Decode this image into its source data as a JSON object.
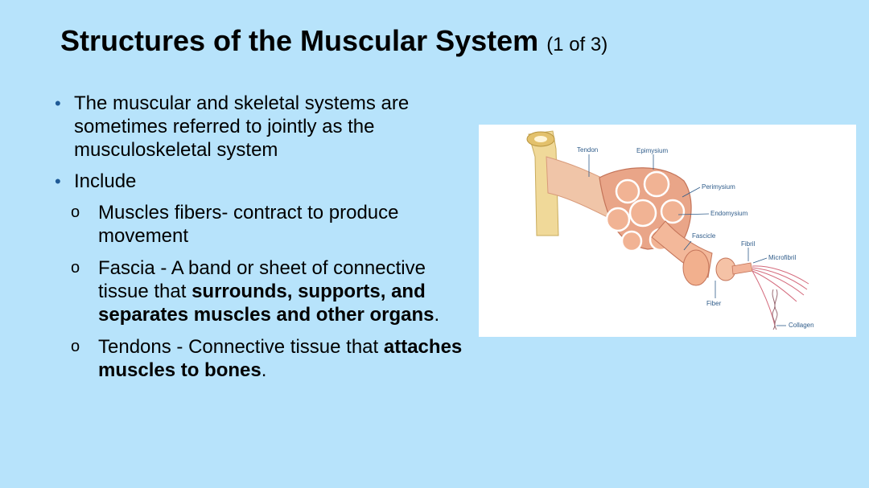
{
  "title": {
    "main": "Structures of the Muscular System",
    "sub": "(1 of 3)"
  },
  "bullets": [
    {
      "text": "The muscular and skeletal systems are sometimes referred to jointly as the musculoskeletal system"
    },
    {
      "text": "Include"
    }
  ],
  "sub_bullets": [
    {
      "text": "Muscles fibers- contract to produce movement"
    },
    {
      "pre": "Fascia - A band or sheet of connective tissue that ",
      "bold": "surrounds, supports, and separates muscles and other organs",
      "post": "."
    },
    {
      "pre": "Tendons - Connective tissue that ",
      "bold": "attaches muscles to bones",
      "post": "."
    }
  ],
  "markers": {
    "bullet": "•",
    "sub": "o"
  },
  "figure": {
    "labels": {
      "tendon": "Tendon",
      "epimysium": "Epimysium",
      "perimysium": "Perimysium",
      "endomysium": "Endomysium",
      "fascicle": "Fascicle",
      "fibril": "Fibril",
      "microfibril": "Microfibril",
      "fiber": "Fiber",
      "collagen": "Collagen"
    }
  },
  "colors": {
    "background": "#b7e3fb",
    "bullet_marker": "#1f5a96",
    "label": "#2f5c8a",
    "bone": "#f0d999",
    "muscle": "#e9a588",
    "fascicle": "#f1b394"
  }
}
